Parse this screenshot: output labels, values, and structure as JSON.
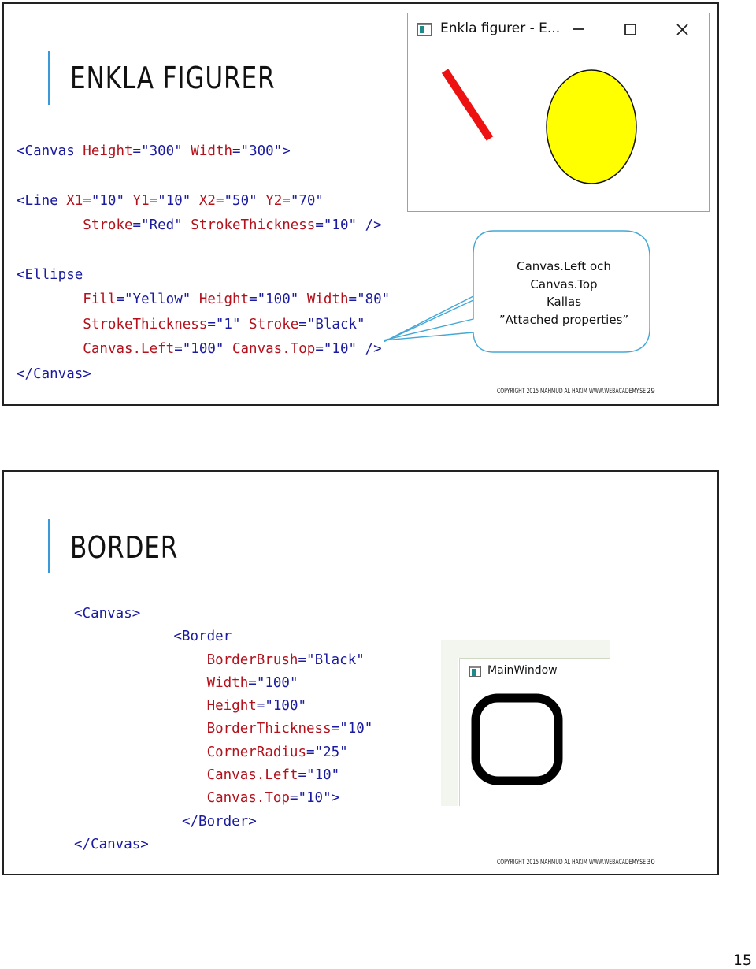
{
  "slides": [
    {
      "title": "ENKLA FIGURER",
      "code_lines": [
        [
          [
            "tag",
            "<Canvas "
          ],
          [
            "at",
            "Height"
          ],
          [
            "pl",
            "="
          ],
          [
            "ev",
            "\"300\""
          ],
          [
            "pl",
            " "
          ],
          [
            "at",
            "Width"
          ],
          [
            "pl",
            "="
          ],
          [
            "ev",
            "\"300\""
          ],
          [
            "tag",
            ">"
          ]
        ],
        [],
        [
          [
            "tag",
            "<Line "
          ],
          [
            "at",
            "X1"
          ],
          [
            "pl",
            "="
          ],
          [
            "ev",
            "\"10\""
          ],
          [
            "pl",
            " "
          ],
          [
            "at",
            "Y1"
          ],
          [
            "pl",
            "="
          ],
          [
            "ev",
            "\"10\""
          ],
          [
            "pl",
            " "
          ],
          [
            "at",
            "X2"
          ],
          [
            "pl",
            "="
          ],
          [
            "ev",
            "\"50\""
          ],
          [
            "pl",
            " "
          ],
          [
            "at",
            "Y2"
          ],
          [
            "pl",
            "="
          ],
          [
            "ev",
            "\"70\""
          ]
        ],
        [
          [
            "pl",
            "        "
          ],
          [
            "at",
            "Stroke"
          ],
          [
            "pl",
            "="
          ],
          [
            "ev",
            "\"Red\""
          ],
          [
            "pl",
            " "
          ],
          [
            "at",
            "StrokeThickness"
          ],
          [
            "pl",
            "="
          ],
          [
            "ev",
            "\"10\""
          ],
          [
            "pl",
            " "
          ],
          [
            "tag",
            "/>"
          ]
        ],
        [],
        [
          [
            "tag",
            "<Ellipse"
          ]
        ],
        [
          [
            "pl",
            "        "
          ],
          [
            "at",
            "Fill"
          ],
          [
            "pl",
            "="
          ],
          [
            "ev",
            "\"Yellow\""
          ],
          [
            "pl",
            " "
          ],
          [
            "at",
            "Height"
          ],
          [
            "pl",
            "="
          ],
          [
            "ev",
            "\"100\""
          ],
          [
            "pl",
            " "
          ],
          [
            "at",
            "Width"
          ],
          [
            "pl",
            "="
          ],
          [
            "ev",
            "\"80\""
          ]
        ],
        [
          [
            "pl",
            "        "
          ],
          [
            "at",
            "StrokeThickness"
          ],
          [
            "pl",
            "="
          ],
          [
            "ev",
            "\"1\""
          ],
          [
            "pl",
            " "
          ],
          [
            "at",
            "Stroke"
          ],
          [
            "pl",
            "="
          ],
          [
            "ev",
            "\"Black\""
          ]
        ],
        [
          [
            "pl",
            "        "
          ],
          [
            "at",
            "Canvas.Left"
          ],
          [
            "pl",
            "="
          ],
          [
            "ev",
            "\"100\""
          ],
          [
            "pl",
            " "
          ],
          [
            "at",
            "Canvas.Top"
          ],
          [
            "pl",
            "="
          ],
          [
            "ev",
            "\"10\""
          ],
          [
            "pl",
            " "
          ],
          [
            "tag",
            "/>"
          ]
        ],
        [
          [
            "tag",
            "</Canvas>"
          ]
        ]
      ],
      "window_title": "Enkla figurer - E...",
      "callout_lines": [
        "Canvas.Left och",
        "Canvas.Top",
        "Kallas",
        "”Attached properties”"
      ],
      "footer": "COPYRIGHT 2015 MAHMUD AL HAKIM WWW.WEBACADEMY.SE",
      "number": "29",
      "colors": {
        "line": "#ee1111",
        "ellipse_fill": "#ffff00",
        "ellipse_stroke": "#111111",
        "window_border": "#e08a6a"
      },
      "icons": [
        "app-icon",
        "minimize-icon",
        "maximize-icon",
        "close-icon"
      ]
    },
    {
      "title": "BORDER",
      "code_lines": [
        [
          [
            "tag",
            "<Canvas>"
          ]
        ],
        [
          [
            "pl",
            "            "
          ],
          [
            "tag",
            "<Border"
          ]
        ],
        [
          [
            "pl",
            "                "
          ],
          [
            "at",
            "BorderBrush"
          ],
          [
            "pl",
            "="
          ],
          [
            "ev",
            "\"Black\""
          ]
        ],
        [
          [
            "pl",
            "                "
          ],
          [
            "at",
            "Width"
          ],
          [
            "pl",
            "="
          ],
          [
            "ev",
            "\"100\""
          ]
        ],
        [
          [
            "pl",
            "                "
          ],
          [
            "at",
            "Height"
          ],
          [
            "pl",
            "="
          ],
          [
            "ev",
            "\"100\""
          ]
        ],
        [
          [
            "pl",
            "                "
          ],
          [
            "at",
            "BorderThickness"
          ],
          [
            "pl",
            "="
          ],
          [
            "ev",
            "\"10\""
          ]
        ],
        [
          [
            "pl",
            "                "
          ],
          [
            "at",
            "CornerRadius"
          ],
          [
            "pl",
            "="
          ],
          [
            "ev",
            "\"25\""
          ]
        ],
        [
          [
            "pl",
            "                "
          ],
          [
            "at",
            "Canvas.Left"
          ],
          [
            "pl",
            "="
          ],
          [
            "ev",
            "\"10\""
          ]
        ],
        [
          [
            "pl",
            "                "
          ],
          [
            "at",
            "Canvas.Top"
          ],
          [
            "pl",
            "="
          ],
          [
            "ev",
            "\"10\""
          ],
          [
            "tag",
            ">"
          ]
        ],
        [
          [
            "pl",
            "             "
          ],
          [
            "tag",
            "</Border>"
          ]
        ],
        [
          [
            "tag",
            "</Canvas>"
          ]
        ]
      ],
      "window_title": "MainWindow",
      "footer": "COPYRIGHT 2015 MAHMUD AL HAKIM WWW.WEBACADEMY.SE",
      "number": "30",
      "colors": {
        "border_stroke": "#000000"
      },
      "icons": [
        "app-icon"
      ]
    }
  ],
  "page_number": "15"
}
